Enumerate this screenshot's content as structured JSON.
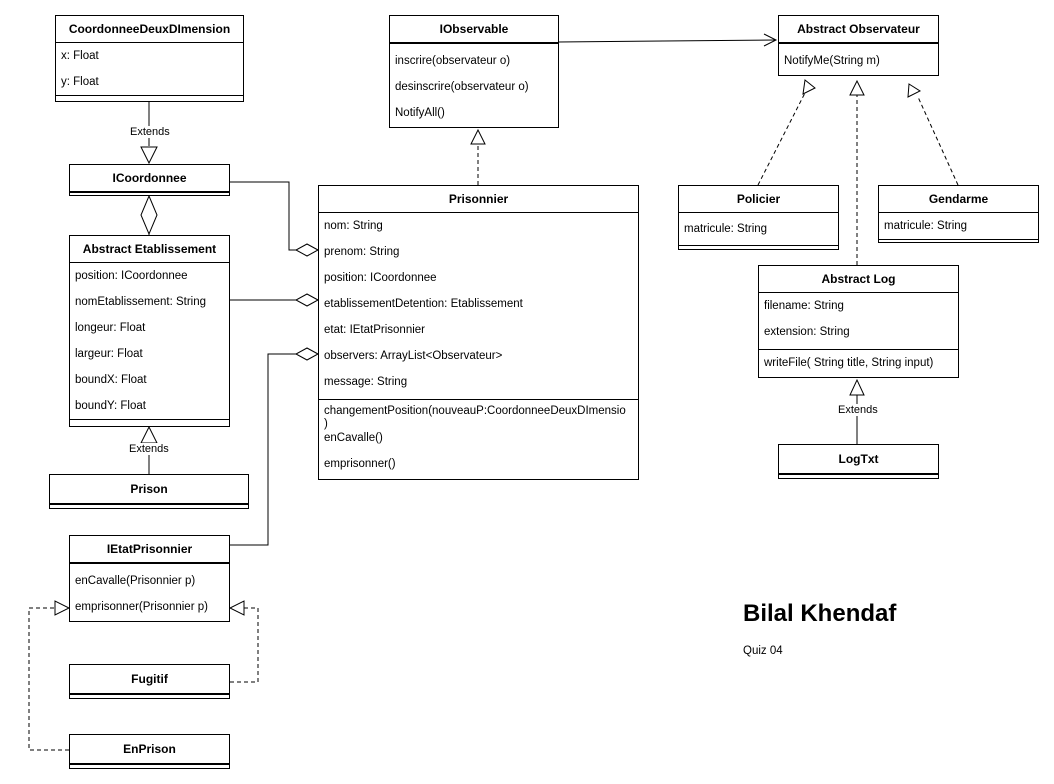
{
  "classes": {
    "coord2d": {
      "name": "CoordonneeDeuxDImension",
      "attributes": [
        "x: Float",
        "y: Float"
      ]
    },
    "icoord": {
      "name": "ICoordonnee"
    },
    "etab": {
      "name": "Abstract Etablissement",
      "attributes": [
        "position: ICoordonnee",
        "nomEtablissement: String",
        "longeur: Float",
        "largeur: Float",
        "boundX: Float",
        "boundY: Float"
      ]
    },
    "prison": {
      "name": "Prison"
    },
    "ietat": {
      "name": "IEtatPrisonnier",
      "methods": [
        "enCavalle(Prisonnier p)",
        "emprisonner(Prisonnier p)"
      ]
    },
    "fugitif": {
      "name": "Fugitif"
    },
    "enprison": {
      "name": "EnPrison"
    },
    "iobs": {
      "name": "IObservable",
      "methods": [
        "inscrire(observateur o)",
        "desinscrire(observateur o)",
        "NotifyAll()"
      ]
    },
    "prisonnier": {
      "name": "Prisonnier",
      "attributes": [
        "nom: String",
        "prenom: String",
        "position: ICoordonnee",
        "etablissementDetention: Etablissement",
        "etat: IEtatPrisonnier",
        "observers: ArrayList<Observateur>",
        "message: String"
      ],
      "methods": [
        "changementPosition(nouveauP:CoordonneeDeuxDImensio",
        ")",
        "enCavalle()",
        "emprisonner()"
      ]
    },
    "observateur": {
      "name": "Abstract Observateur",
      "methods": [
        "NotifyMe(String m)"
      ]
    },
    "policier": {
      "name": "Policier",
      "attributes": [
        "matricule: String"
      ]
    },
    "gendarme": {
      "name": "Gendarme",
      "attributes": [
        "matricule: String"
      ]
    },
    "log": {
      "name": "Abstract Log",
      "attributes": [
        "filename: String",
        "extension: String"
      ],
      "methods": [
        "writeFile( String title, String input)"
      ]
    },
    "logtxt": {
      "name": "LogTxt"
    }
  },
  "relations": {
    "extends_label": "Extends"
  },
  "author": {
    "name": "Bilal Khendaf",
    "subtitle": "Quiz 04"
  }
}
